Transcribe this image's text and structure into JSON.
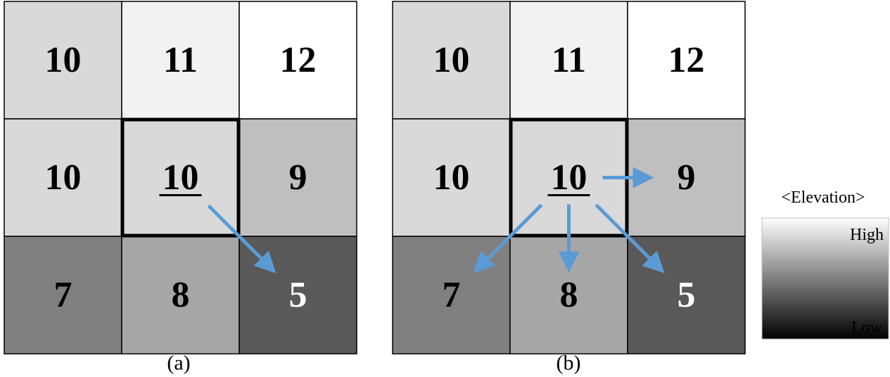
{
  "panels": [
    {
      "caption": "(a)",
      "cells": [
        {
          "value": "10",
          "fill": "#d9d9d9",
          "text_color": "#000000"
        },
        {
          "value": "11",
          "fill": "#f2f2f2",
          "text_color": "#000000"
        },
        {
          "value": "12",
          "fill": "#ffffff",
          "text_color": "#000000"
        },
        {
          "value": "10",
          "fill": "#d9d9d9",
          "text_color": "#000000"
        },
        {
          "value": "10",
          "fill": "#d9d9d9",
          "text_color": "#000000",
          "center": true
        },
        {
          "value": "9",
          "fill": "#bfbfbf",
          "text_color": "#000000"
        },
        {
          "value": "7",
          "fill": "#808080",
          "text_color": "#000000"
        },
        {
          "value": "8",
          "fill": "#a6a6a6",
          "text_color": "#000000"
        },
        {
          "value": "5",
          "fill": "#595959",
          "text_color": "#ffffff"
        }
      ],
      "arrows_to": [
        8
      ]
    },
    {
      "caption": "(b)",
      "cells": [
        {
          "value": "10",
          "fill": "#d9d9d9",
          "text_color": "#000000"
        },
        {
          "value": "11",
          "fill": "#f2f2f2",
          "text_color": "#000000"
        },
        {
          "value": "12",
          "fill": "#ffffff",
          "text_color": "#000000"
        },
        {
          "value": "10",
          "fill": "#d9d9d9",
          "text_color": "#000000"
        },
        {
          "value": "10",
          "fill": "#d9d9d9",
          "text_color": "#000000",
          "center": true
        },
        {
          "value": "9",
          "fill": "#bfbfbf",
          "text_color": "#000000"
        },
        {
          "value": "7",
          "fill": "#808080",
          "text_color": "#000000"
        },
        {
          "value": "8",
          "fill": "#a6a6a6",
          "text_color": "#000000"
        },
        {
          "value": "5",
          "fill": "#595959",
          "text_color": "#ffffff"
        }
      ],
      "arrows_to": [
        5,
        6,
        7,
        8
      ]
    }
  ],
  "legend": {
    "title": "<Elevation>",
    "high_label": "High",
    "low_label": "Low",
    "color_high": "#ffffff",
    "color_low": "#000000"
  },
  "colors": {
    "arrow": "#5b9bd5",
    "grid_line": "#000000"
  }
}
